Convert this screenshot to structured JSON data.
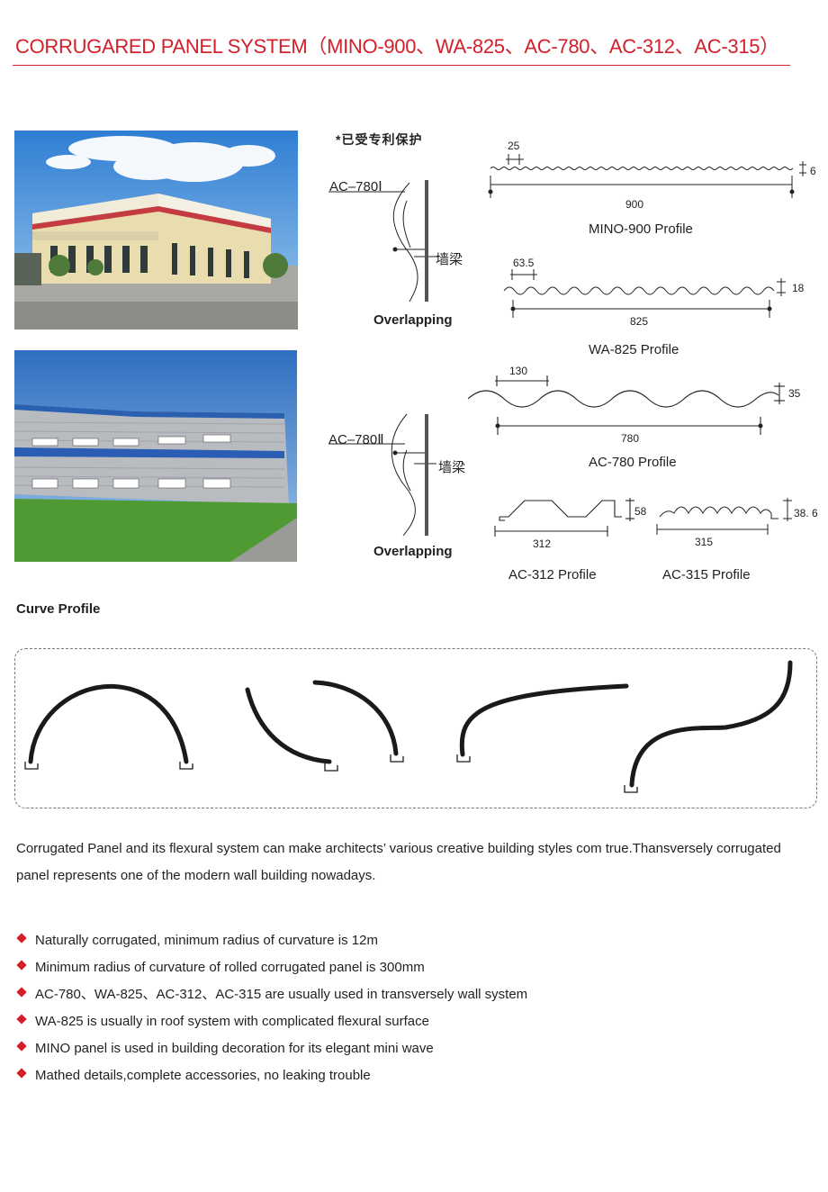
{
  "header": {
    "title": "CORRUGARED PANEL SYSTEM（MINO-900、WA-825、AC-780、AC-312、AC-315）",
    "accent_color": "#d3202b"
  },
  "patent_note": "*已受专利保护",
  "overlap_diagrams": [
    {
      "panel_label": "AC–780Ⅰ",
      "beam_label": "墙梁",
      "caption": "Overlapping"
    },
    {
      "panel_label": "AC–780Ⅱ",
      "beam_label": "墙梁",
      "caption": "Overlapping"
    }
  ],
  "profiles": {
    "mino900": {
      "pitch": "25",
      "depth": "6",
      "width": "900",
      "caption": "MINO-900 Profile"
    },
    "wa825": {
      "pitch": "63.5",
      "depth": "18",
      "width": "825",
      "caption": "WA-825 Profile"
    },
    "ac780": {
      "pitch": "130",
      "depth": "35",
      "width": "780",
      "caption": "AC-780 Profile"
    },
    "ac312": {
      "depth": "58",
      "width": "312",
      "caption": "AC-312 Profile"
    },
    "ac315": {
      "depth": "38. 6",
      "width": "315",
      "caption": "AC-315 Profile"
    }
  },
  "curve_section": {
    "heading": "Curve Profile"
  },
  "intro": "Corrugated Panel and its flexural system can make architects’ various creative building styles com true.Thansversely corrugated panel represents one of the modern wall building nowadays.",
  "features": [
    "Naturally corrugated, minimum radius of curvature is 12m",
    "Minimum radius of curvature of rolled corrugated panel is 300mm",
    "AC-780、WA-825、AC-312、AC-315 are usually used in transversely wall system",
    "WA-825 is usually in roof system with complicated flexural surface",
    "MINO panel is used in building decoration for its elegant mini wave",
    "Mathed details,complete accessories, no leaking trouble"
  ]
}
